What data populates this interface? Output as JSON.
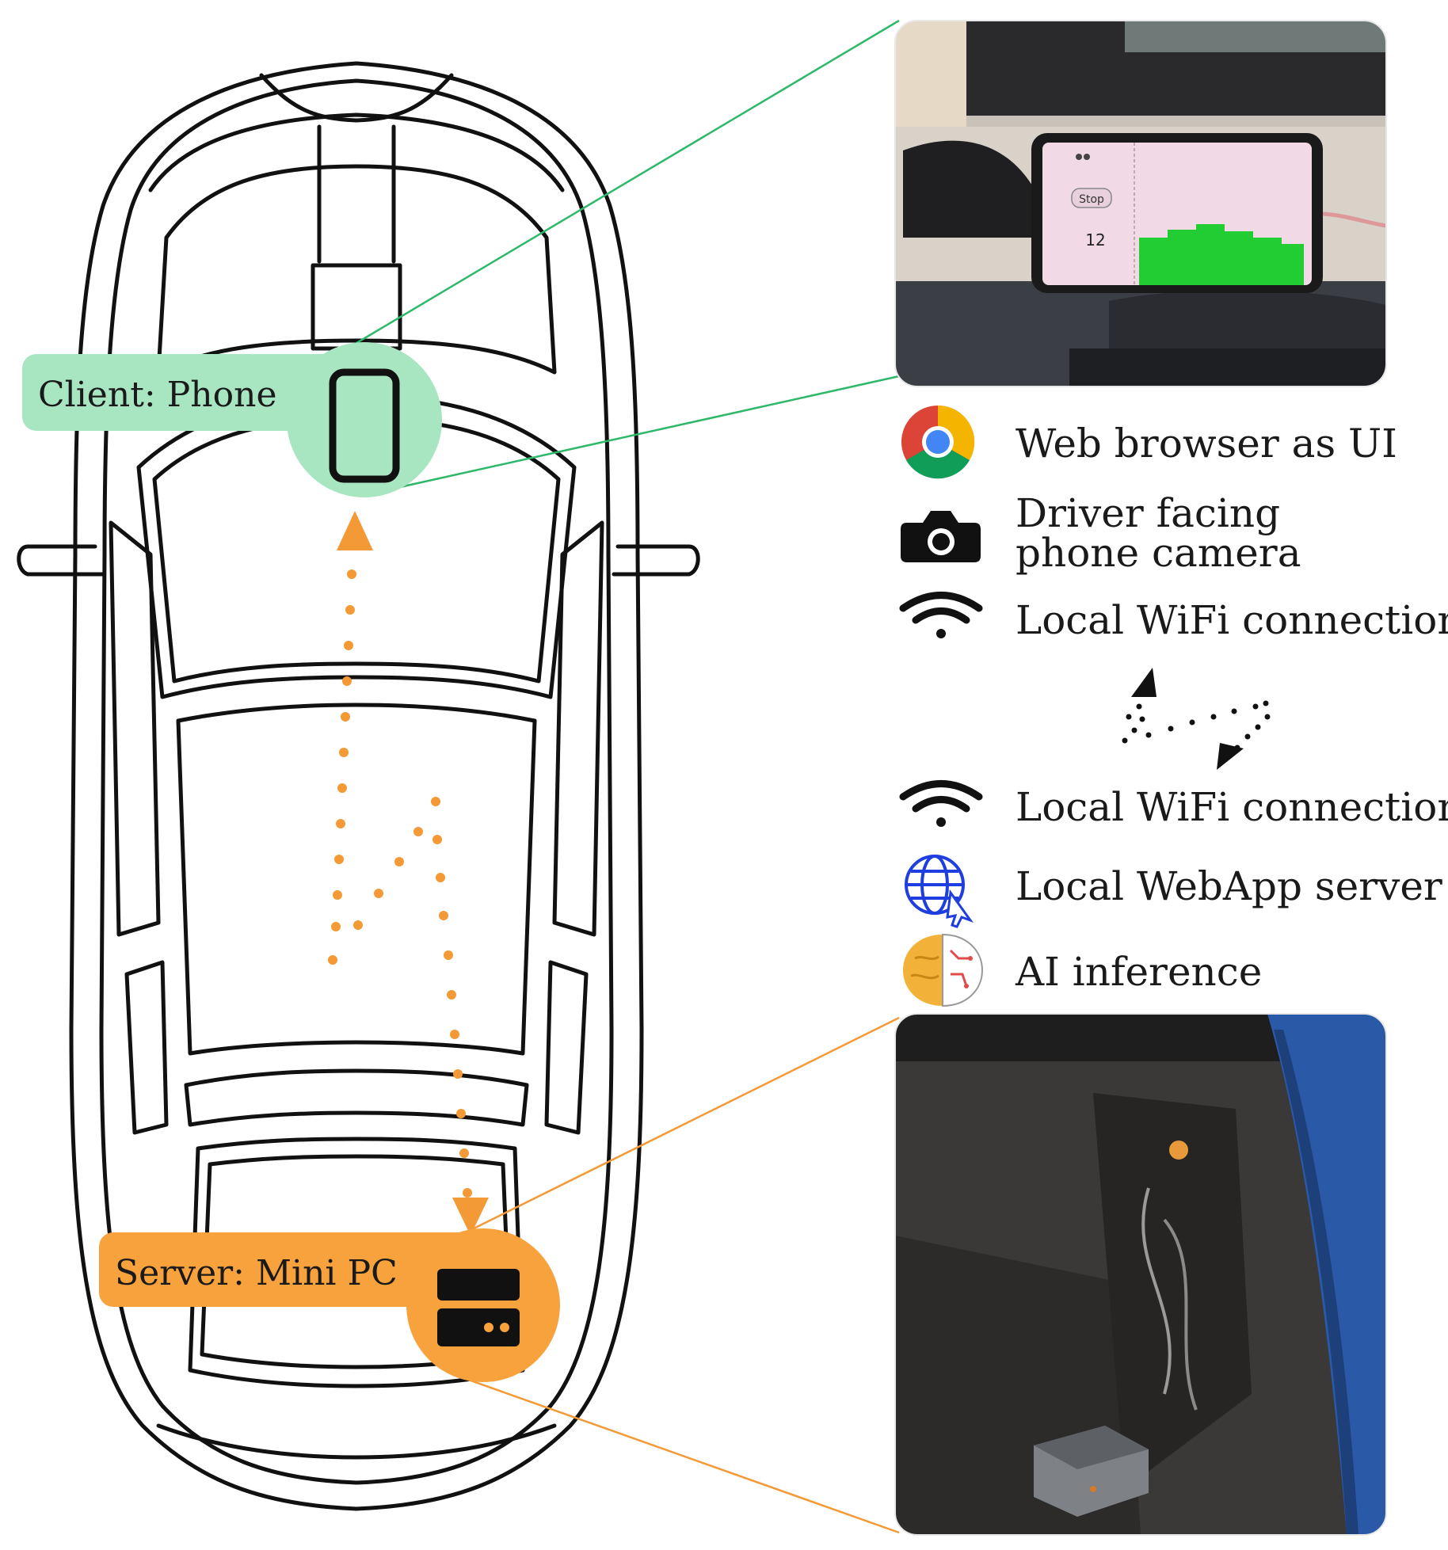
{
  "client": {
    "label": "Client: Phone",
    "color": "#a8e6c1",
    "line_color": "#2db86a"
  },
  "server": {
    "label": "Server: Mini PC",
    "color": "#f7a23c",
    "line_color": "#f39a36"
  },
  "phone_screen": {
    "button_label": "Stop",
    "counter_value": "12",
    "bar_color": "#22cc33"
  },
  "features_client": [
    {
      "icon": "chrome-icon",
      "text": "Web browser as UI"
    },
    {
      "icon": "camera-icon",
      "text_line1": "Driver facing",
      "text_line2": "phone camera"
    },
    {
      "icon": "wifi-icon",
      "text": "Local WiFi connection"
    }
  ],
  "features_server": [
    {
      "icon": "wifi-icon",
      "text": "Local WiFi connection"
    },
    {
      "icon": "globe-cursor-icon",
      "text": "Local WebApp server"
    },
    {
      "icon": "brain-ai-icon",
      "text": "AI inference"
    }
  ],
  "dot_color": "#f39a36"
}
